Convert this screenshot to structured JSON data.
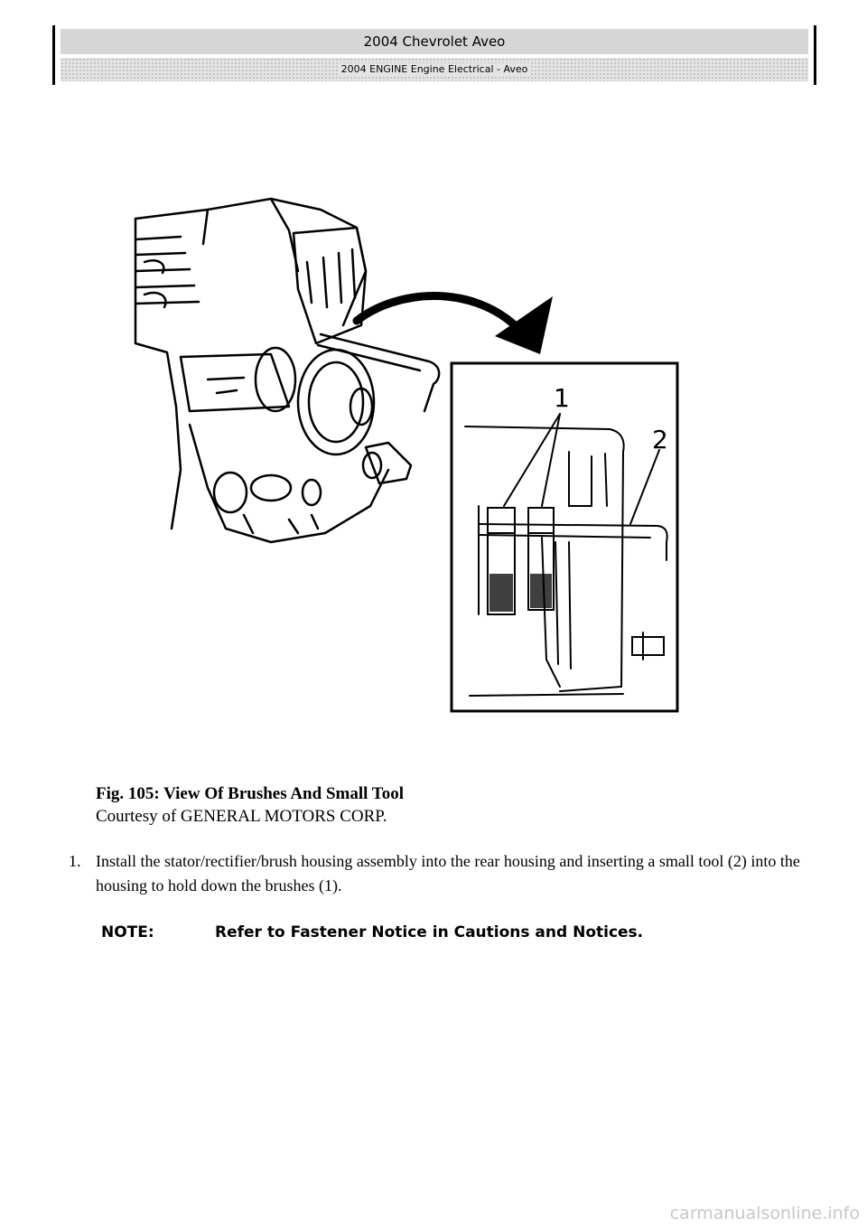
{
  "header": {
    "title": "2004 Chevrolet Aveo",
    "subtitle": "2004 ENGINE Engine Electrical - Aveo"
  },
  "figure": {
    "callout_1": "1",
    "callout_2": "2"
  },
  "caption": {
    "figure_label": "Fig. 105: View Of Brushes And Small Tool",
    "courtesy": "Courtesy of GENERAL MOTORS CORP."
  },
  "step": {
    "number": "1.",
    "text": "Install the stator/rectifier/brush housing assembly into the rear housing and inserting a small tool (2) into the housing to hold down the brushes (1)."
  },
  "note": {
    "label": "NOTE:",
    "text": "Refer to Fastener Notice in Cautions and Notices."
  },
  "watermark": "carmanualsonline.info"
}
